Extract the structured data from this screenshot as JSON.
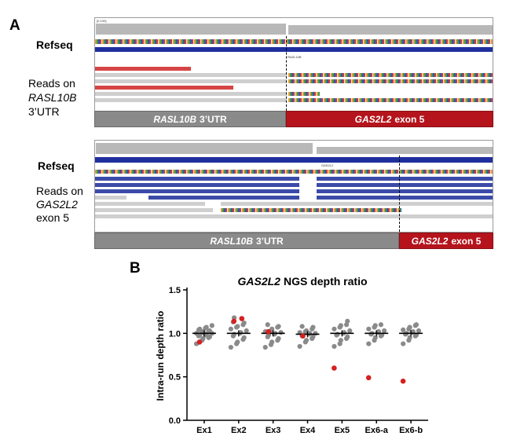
{
  "panel_a": {
    "letter": "A",
    "top": {
      "refseq_label": "Refseq",
      "reads_prefix": "Reads on",
      "gene": "RASL10B",
      "region": "3’UTR",
      "bar_left_gene": "RASL10B",
      "bar_left_region": "3’UTR",
      "bar_right_gene": "GAS2L2",
      "bar_right_region": "exon 5"
    },
    "bottom": {
      "refseq_label": "Refseq",
      "reads_prefix": "Reads on",
      "gene": "GAS2L2",
      "region": "exon 5",
      "bar_left_gene": "RASL10B",
      "bar_left_region": "3’UTR",
      "bar_right_gene": "GAS2L2",
      "bar_right_region": "exon 5"
    }
  },
  "panel_b": {
    "letter": "B",
    "colors": {
      "points": "#8a8a8a",
      "outlier": "#d62020",
      "mean_line": "#000000"
    },
    "chart_data": {
      "type": "scatter",
      "title_gene": "GAS2L2",
      "title_rest": "NGS depth ratio",
      "ylabel": "Intra-run depth ratio",
      "ylim": [
        0,
        1.5
      ],
      "yticks": [
        "0.0",
        "0.5",
        "1.0",
        "1.5"
      ],
      "categories": [
        "Ex1",
        "Ex2",
        "Ex3",
        "Ex4",
        "Ex5",
        "Ex6-a",
        "Ex6-b"
      ],
      "means": [
        1.0,
        1.0,
        1.0,
        0.99,
        1.0,
        1.0,
        1.0
      ],
      "grey_points": [
        [
          0.88,
          0.92,
          0.94,
          0.95,
          0.96,
          0.97,
          0.98,
          0.98,
          0.99,
          1.0,
          1.0,
          1.01,
          1.02,
          1.02,
          1.03,
          1.04,
          1.05,
          1.06,
          1.07,
          1.09
        ],
        [
          0.84,
          0.88,
          0.9,
          0.93,
          0.95,
          0.97,
          0.99,
          1.0,
          1.01,
          1.03,
          1.05,
          1.07,
          1.08,
          1.1,
          1.12,
          1.13,
          1.18
        ],
        [
          0.84,
          0.87,
          0.9,
          0.92,
          0.94,
          0.96,
          0.98,
          0.99,
          1.0,
          1.01,
          1.02,
          1.03,
          1.05,
          1.07,
          1.08,
          1.1
        ],
        [
          0.85,
          0.9,
          0.92,
          0.94,
          0.96,
          0.97,
          0.98,
          0.99,
          1.0,
          1.0,
          1.01,
          1.02,
          1.03,
          1.05,
          1.07,
          1.08
        ],
        [
          0.85,
          0.88,
          0.92,
          0.94,
          0.96,
          0.98,
          0.99,
          1.0,
          1.01,
          1.03,
          1.05,
          1.07,
          1.09,
          1.1,
          1.14
        ],
        [
          0.88,
          0.92,
          0.95,
          0.97,
          0.98,
          0.99,
          1.0,
          1.01,
          1.02,
          1.03,
          1.05,
          1.07,
          1.09,
          1.1
        ],
        [
          0.88,
          0.92,
          0.95,
          0.97,
          0.98,
          0.99,
          1.0,
          1.01,
          1.02,
          1.03,
          1.04,
          1.05,
          1.07,
          1.09,
          1.1
        ]
      ],
      "red_points": [
        [
          0.9
        ],
        [
          1.14,
          1.17
        ],
        [
          1.02
        ],
        [
          0.97
        ],
        [
          0.6
        ],
        [
          0.49
        ],
        [
          0.45
        ]
      ]
    }
  }
}
